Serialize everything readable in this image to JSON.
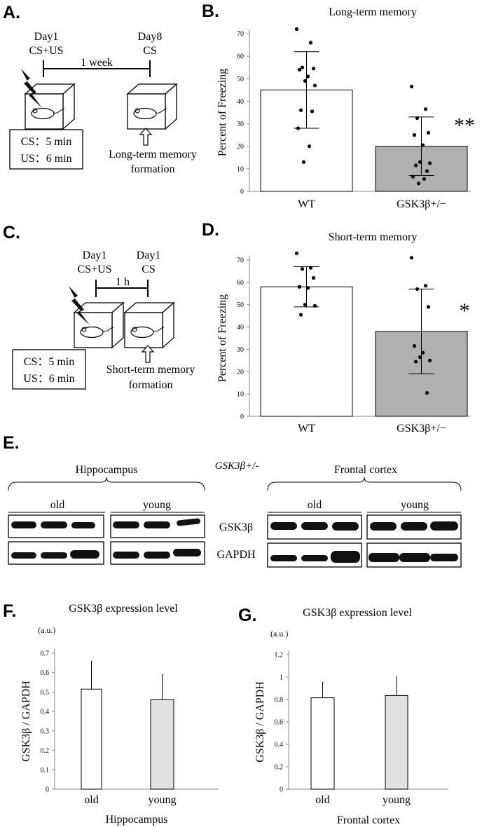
{
  "panel_labels": {
    "a": "A.",
    "b": "B.",
    "c": "C.",
    "d": "D.",
    "e": "E.",
    "f": "F.",
    "g": "G."
  },
  "schematic_a": {
    "day1_label": "Day1",
    "day1_condition": "CS+US",
    "day8_label": "Day8",
    "day8_condition": "CS",
    "interval": "1 week",
    "cs_duration": "CS：5 min",
    "us_duration": "US：6 min",
    "outcome_line1": "Long-term memory",
    "outcome_line2": "formation"
  },
  "schematic_c": {
    "day1_label": "Day1",
    "day1_condition": "CS+US",
    "day1b_label": "Day1",
    "day1b_condition": "CS",
    "interval": "1 h",
    "cs_duration": "CS：5 min",
    "us_duration": "US：6 min",
    "outcome_line1": "Short-term memory",
    "outcome_line2": "formation"
  },
  "western_blot": {
    "genotype": "GSK3β+/-",
    "region_left": "Hippocampus",
    "region_right": "Frontal cortex",
    "group_old": "old",
    "group_young": "young",
    "row1": "GSK3β",
    "row2": "GAPDH"
  },
  "colors": {
    "wt_bar": "#ffffff",
    "het_bar": "#b0b0b0",
    "young_bar": "#e0e0e0",
    "axis": "#888888"
  },
  "chart_data": [
    {
      "id": "B",
      "type": "bar",
      "title": "Long-term memory",
      "ylabel": "Percent of Freezing",
      "categories": [
        "WT",
        "GSK3β+/−"
      ],
      "values": [
        45,
        20
      ],
      "errors": [
        17,
        13
      ],
      "ylim": [
        0,
        70
      ],
      "yticks": [
        0,
        10,
        20,
        30,
        40,
        50,
        60,
        70
      ],
      "points": [
        [
          72,
          66,
          55,
          54.5,
          54,
          51,
          49,
          47,
          36,
          35.5,
          28,
          20,
          13
        ],
        [
          46.5,
          36.5,
          32.5,
          26,
          25,
          20.5,
          13,
          12.5,
          11.5,
          9,
          6.5,
          5.5,
          3.5
        ]
      ],
      "significance": [
        null,
        "**"
      ]
    },
    {
      "id": "D",
      "type": "bar",
      "title": "Short-term memory",
      "ylabel": "Percent of Freezing",
      "categories": [
        "WT",
        "GSK3β+/−"
      ],
      "values": [
        58,
        38
      ],
      "errors": [
        9,
        19
      ],
      "ylim": [
        0,
        70
      ],
      "yticks": [
        0,
        10,
        20,
        30,
        40,
        50,
        60,
        70
      ],
      "points": [
        [
          73,
          66.5,
          66,
          62,
          58,
          57.5,
          50,
          49.5,
          45.5
        ],
        [
          71,
          58.5,
          57,
          49,
          31.5,
          28.5,
          26.5,
          25,
          24.5,
          10.5
        ]
      ],
      "significance": [
        null,
        "*"
      ]
    },
    {
      "id": "F",
      "type": "bar",
      "title": "GSK3β expression level",
      "unit": "(a.u.)",
      "ylabel": "GSK3β / GAPDH",
      "xlabel": "Hippocampus",
      "categories": [
        "old",
        "young"
      ],
      "values": [
        0.515,
        0.46
      ],
      "errors": [
        0.145,
        0.13
      ],
      "ylim": [
        0,
        0.7
      ],
      "yticks": [
        "0",
        "0.1",
        "0.2",
        "0.3",
        "0.4",
        "0.5",
        "0.6",
        "0.7"
      ]
    },
    {
      "id": "G",
      "type": "bar",
      "title": "GSK3β expression level",
      "unit": "(a.u.)",
      "ylabel": "GSK3β / GAPDH",
      "xlabel": "Frontal cortex",
      "categories": [
        "old",
        "young"
      ],
      "values": [
        0.815,
        0.835
      ],
      "errors": [
        0.14,
        0.165
      ],
      "ylim": [
        0,
        1.2
      ],
      "yticks": [
        "0",
        "0.2",
        "0.4",
        "0.6",
        "0.8",
        "1",
        "1.2"
      ]
    }
  ]
}
